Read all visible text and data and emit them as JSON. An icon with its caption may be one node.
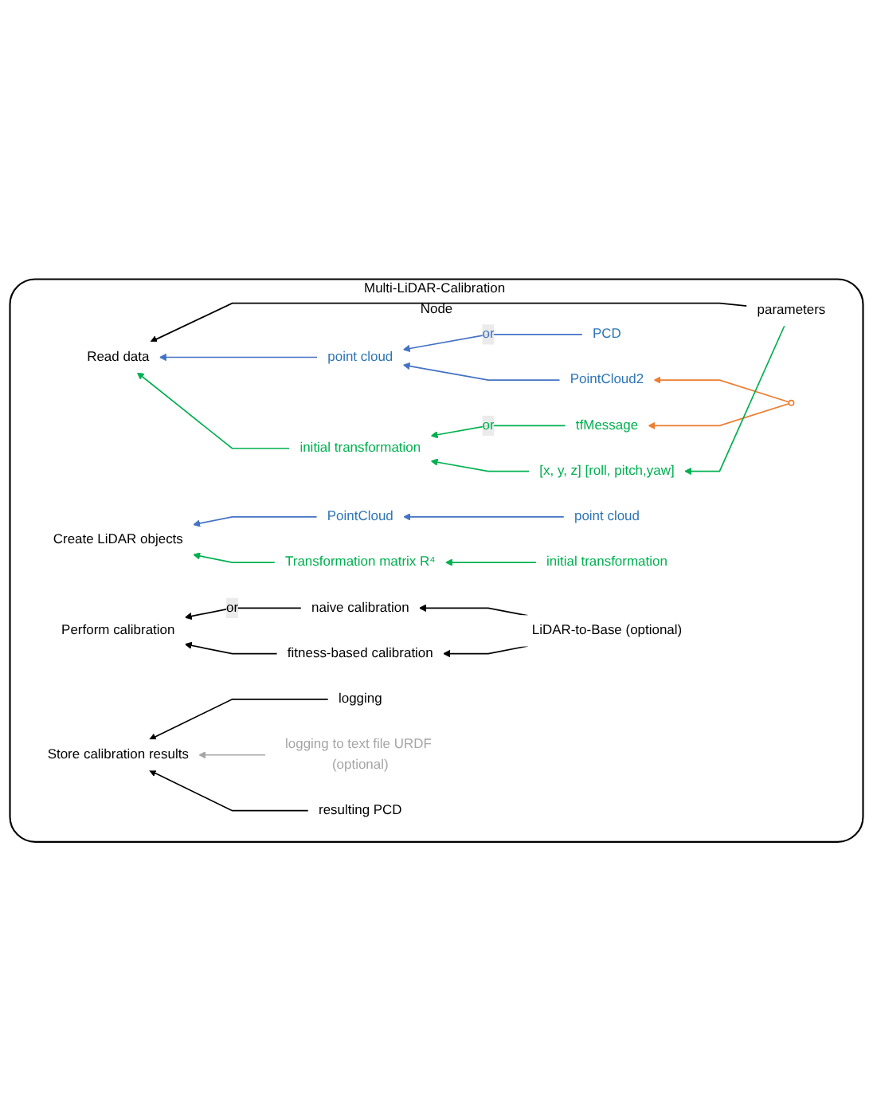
{
  "diagram": {
    "nodes": [
      {
        "text": [
          "Multi-LiDAR-Calibration Node"
        ]
      },
      {
        "text": [
          "Read data"
        ],
        "in": 0
      },
      {
        "text": [
          "parameters"
        ],
        "in": 0
      },
      {
        "text": [
          "point cloud"
        ],
        "in": 0
      },
      {
        "text": [
          "PCD"
        ],
        "in": 0
      },
      {
        "text": [
          "PointCloud2"
        ],
        "in": 0
      },
      {
        "text": [],
        "shape": "circle",
        "in": 0
      },
      {
        "text": [
          "initial transformation"
        ],
        "in": 0
      },
      {
        "text": [
          "tfMessage"
        ],
        "in": 0
      },
      {
        "text": [
          "[x, y, z] [roll, pitch,yaw]"
        ],
        "in": 0
      },
      {
        "text": [
          "PointCloud"
        ],
        "in": 0
      },
      {
        "text": [
          "point cloud"
        ],
        "in": 0
      },
      {
        "text": [
          "Create LiDAR objects"
        ],
        "in": 0
      },
      {
        "text": [
          "Transformation matrix R⁴"
        ],
        "in": 0
      },
      {
        "text": [
          "initial transformation"
        ],
        "in": 0
      },
      {
        "text": [
          "Perform calibration"
        ],
        "in": 0
      },
      {
        "text": [
          "naive calibration"
        ],
        "in": 0
      },
      {
        "text": [
          "fitness-based calibration"
        ],
        "in": 0
      },
      {
        "text": [
          "LiDAR-to-Base (optional)"
        ],
        "in": 0
      },
      {
        "text": [
          "Store calibration results"
        ],
        "in": 0
      },
      {
        "text": [
          "logging"
        ],
        "in": 0
      },
      {
        "text": [
          "logging to text file URDF (optional)"
        ],
        "in": 0
      },
      {
        "text": [
          "resulting PCD"
        ],
        "in": 0
      }
    ],
    "edges": [
      {
        "from": 2,
        "to": 1,
        "arrow": "to"
      },
      {
        "from": 3,
        "to": 1,
        "arrow": "to",
        "color": "#4472c4"
      },
      {
        "from": 4,
        "to": 3,
        "arrow": "to",
        "color": "#4472c4",
        "label": "or"
      },
      {
        "from": 5,
        "to": 3,
        "arrow": "to",
        "color": "#4472c4"
      },
      {
        "from": 6,
        "to": 5,
        "arrow": "to",
        "color": "#ed7d31"
      },
      {
        "from": 6,
        "to": 8,
        "arrow": "to",
        "color": "#ed7d31"
      },
      {
        "from": 7,
        "to": 1,
        "arrow": "to",
        "color": "#00b050"
      },
      {
        "from": 8,
        "to": 7,
        "arrow": "to",
        "color": "#00b050",
        "label": "or"
      },
      {
        "from": 9,
        "to": 7,
        "arrow": "to",
        "color": "#00b050"
      },
      {
        "from": 2,
        "to": 9,
        "arrow": "to",
        "color": "#00b050"
      },
      {
        "from": 10,
        "to": 12,
        "arrow": "to",
        "color": "#4472c4"
      },
      {
        "from": 11,
        "to": 10,
        "arrow": "to",
        "color": "#4472c4"
      },
      {
        "from": 13,
        "to": 12,
        "arrow": "to",
        "color": "#00b050"
      },
      {
        "from": 14,
        "to": 13,
        "arrow": "to",
        "color": "#00b050"
      },
      {
        "from": 16,
        "to": 15,
        "arrow": "to",
        "label": "or"
      },
      {
        "from": 17,
        "to": 15,
        "arrow": "to"
      },
      {
        "from": 18,
        "to": 16,
        "arrow": "to"
      },
      {
        "from": 18,
        "to": 17,
        "arrow": "to"
      },
      {
        "from": 20,
        "to": 19,
        "arrow": "to"
      },
      {
        "from": 21,
        "to": 19,
        "arrow": "to",
        "color": "#a6a6a6"
      },
      {
        "from": 22,
        "to": 19,
        "arrow": "to"
      }
    ]
  }
}
